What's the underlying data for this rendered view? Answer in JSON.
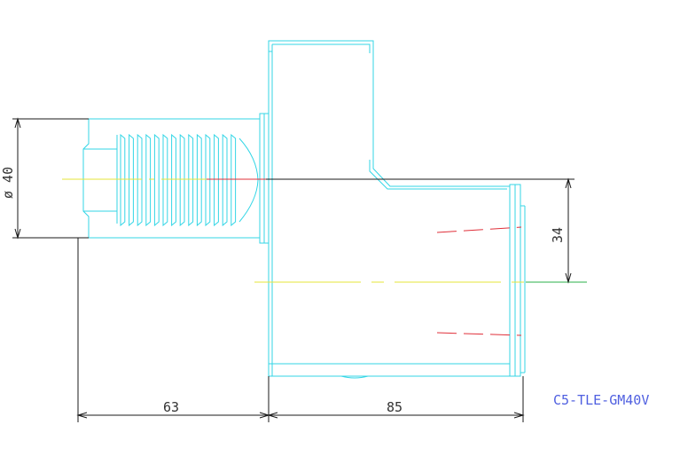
{
  "drawing": {
    "part_number": "C5-TLE-GM40V",
    "dimensions": {
      "diameter": "ø 40",
      "offset_height": "34",
      "shank_length": "63",
      "body_length": "85"
    }
  },
  "colors": {
    "outline": "#33d6e6",
    "dimension": "#1a1a1a",
    "centerline": "#e6e63a",
    "hidden": "#e0303a",
    "part_number": "#5060e0"
  }
}
